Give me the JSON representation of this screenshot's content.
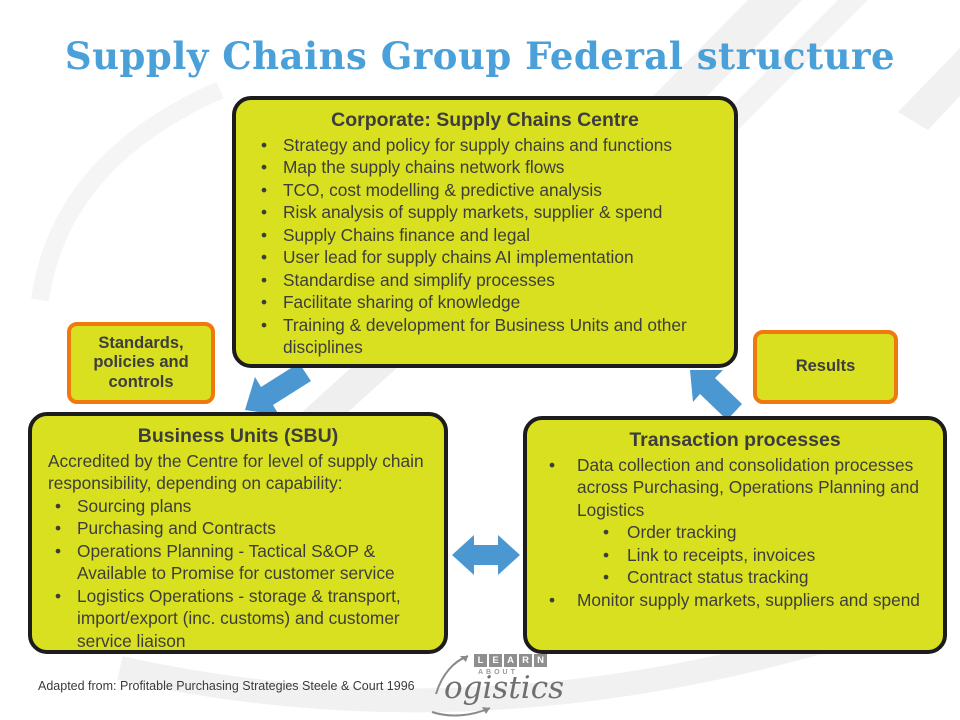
{
  "title": "Supply Chains Group Federal structure",
  "colors": {
    "box_fill": "#d9e01f",
    "box_border_dark": "#1c1c1c",
    "box_border_orange": "#f0790f",
    "arrow_blue": "#4b97d2",
    "title_blue": "#4aa0d8",
    "text_dark": "#3d3d3d"
  },
  "boxes": {
    "corporate": {
      "title": "Corporate: Supply Chains Centre",
      "bullets": [
        "Strategy and policy for supply chains and functions",
        "Map the supply chains network flows",
        "TCO, cost modelling & predictive analysis",
        "Risk analysis of supply markets, supplier & spend",
        "Supply Chains finance and legal",
        "User lead for supply chains AI implementation",
        "Standardise and simplify processes",
        "Facilitate sharing of knowledge",
        "Training & development for Business Units and other disciplines"
      ]
    },
    "standards": {
      "label": "Standards, policies and controls"
    },
    "results": {
      "label": "Results"
    },
    "business_units": {
      "title": "Business Units (SBU)",
      "intro": "Accredited by the Centre for level of supply chain responsibility, depending on capability:",
      "bullets": [
        "Sourcing plans",
        "Purchasing and Contracts",
        "Operations Planning - Tactical S&OP & Available to Promise for customer service",
        "Logistics Operations - storage & transport, import/export (inc. customs) and customer service liaison"
      ]
    },
    "transaction": {
      "title": "Transaction processes",
      "items": [
        {
          "level": 1,
          "text": "Data collection and consolidation processes across Purchasing, Operations Planning and Logistics"
        },
        {
          "level": 2,
          "text": "Order tracking"
        },
        {
          "level": 2,
          "text": "Link to receipts, invoices"
        },
        {
          "level": 2,
          "text": "Contract status tracking"
        },
        {
          "level": 1,
          "text": "Monitor supply markets, suppliers and spend"
        }
      ]
    }
  },
  "footer": {
    "attribution": "Adapted from: Profitable Purchasing Strategies Steele & Court 1996"
  },
  "logo": {
    "learn_letters": [
      "L",
      "E",
      "A",
      "R",
      "N"
    ],
    "about": "ABOUT",
    "script": "ogistics"
  }
}
